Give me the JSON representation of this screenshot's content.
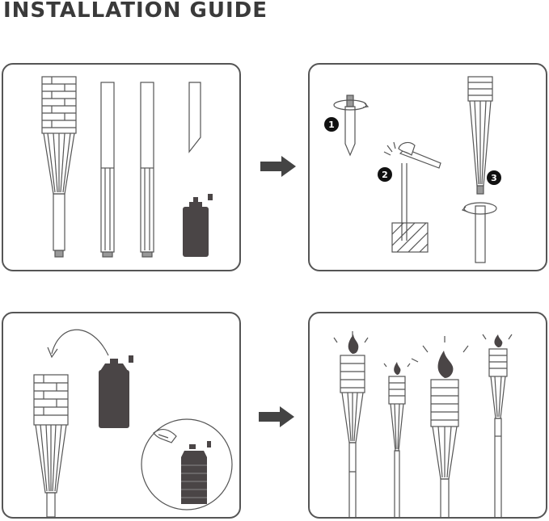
{
  "header": {
    "title": "INSTALLATION GUIDE"
  },
  "steps": [
    {
      "badge": "1"
    },
    {
      "badge": "2"
    },
    {
      "badge": "3"
    }
  ],
  "colors": {
    "stroke": "#555555",
    "canister": "#4a4546",
    "panel_border": "#555555"
  }
}
